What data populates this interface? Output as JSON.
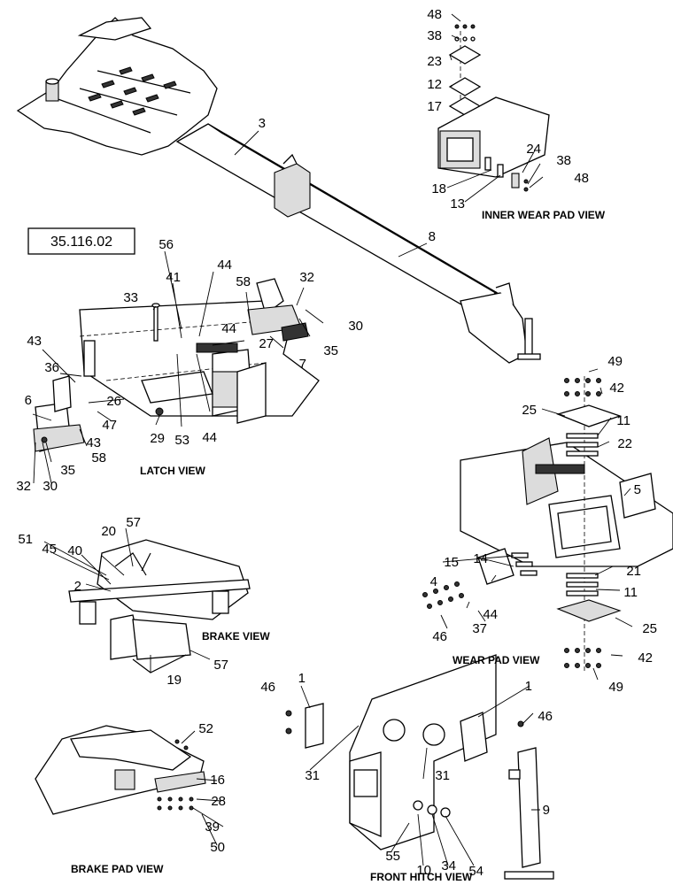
{
  "reference_box": "35.116.02",
  "views": {
    "inner_wear_pad": "INNER WEAR PAD VIEW",
    "latch": "LATCH VIEW",
    "brake": "BRAKE VIEW",
    "wear_pad": "WEAR PAD VIEW",
    "brake_pad": "BRAKE PAD VIEW",
    "front_hitch": "FRONT HITCH VIEW"
  },
  "callouts": [
    "48",
    "38",
    "23",
    "12",
    "17",
    "24",
    "38",
    "48",
    "18",
    "13",
    "3",
    "8",
    "56",
    "44",
    "41",
    "33",
    "58",
    "32",
    "30",
    "35",
    "7",
    "27",
    "44",
    "36",
    "43",
    "26",
    "6",
    "47",
    "43",
    "29",
    "53",
    "44",
    "58",
    "35",
    "32",
    "30",
    "49",
    "42",
    "25",
    "11",
    "22",
    "5",
    "15",
    "14",
    "4",
    "21",
    "11",
    "44",
    "37",
    "46",
    "25",
    "42",
    "49",
    "51",
    "45",
    "40",
    "20",
    "57",
    "2",
    "57",
    "19",
    "1",
    "1",
    "46",
    "46",
    "31",
    "31",
    "9",
    "55",
    "10",
    "34",
    "54",
    "52",
    "16",
    "28",
    "39",
    "50"
  ]
}
